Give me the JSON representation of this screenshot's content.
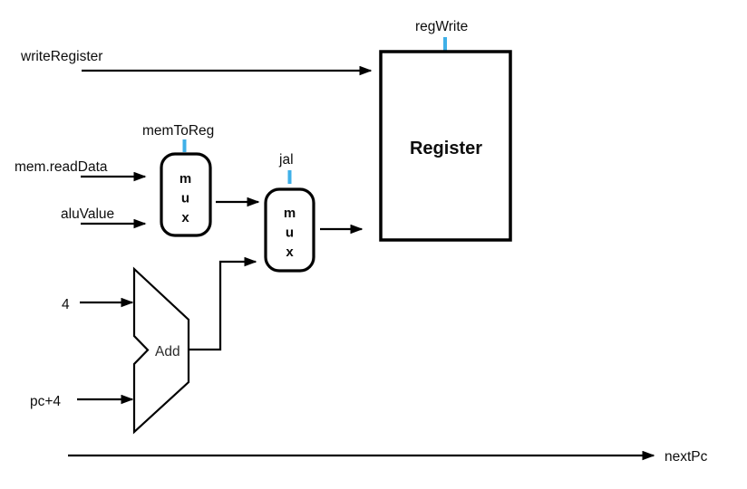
{
  "diagram": {
    "colors": {
      "label_blue": "#1E95D4",
      "tick_blue": "#3FB0E8",
      "line_black": "#000000"
    },
    "labels": {
      "write_register": "writeRegister",
      "reg_write": "regWrite",
      "mem_to_reg": "memToReg",
      "mem_read_data": "mem.readData",
      "alu_value": "aluValue",
      "jal": "jal",
      "register_block": "Register",
      "add_unit": "Add",
      "four_input": "4",
      "pc_plus_4": "pc+4",
      "next_pc": "nextPc"
    },
    "mux_letters": [
      "m",
      "u",
      "x"
    ]
  }
}
